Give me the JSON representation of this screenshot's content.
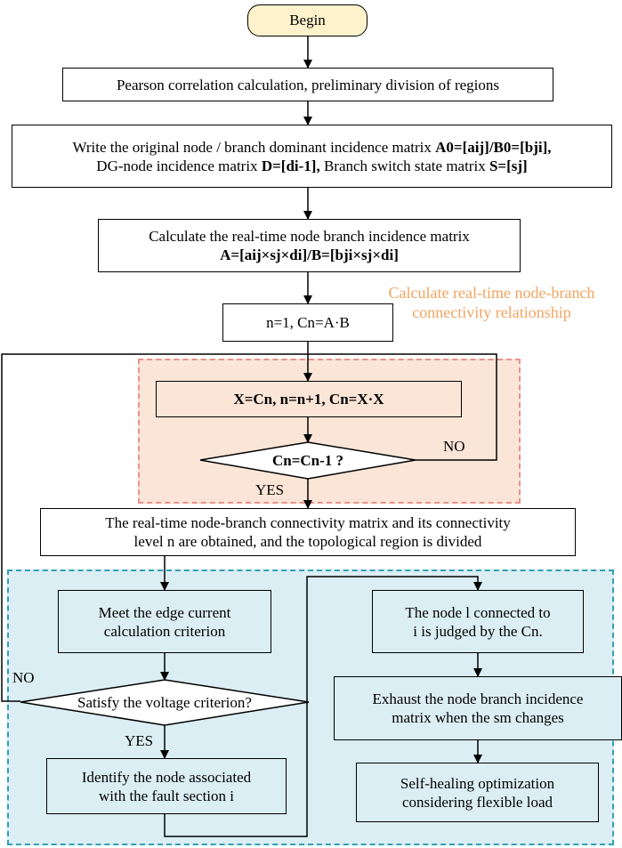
{
  "begin": "Begin",
  "step1": "Pearson correlation calculation, preliminary division of regions",
  "step2": {
    "line1_pre": "Write the original node / branch dominant incidence matrix ",
    "line1_formula": "A0=[aij]/B0=[bji],",
    "line2_pre": "DG-node incidence matrix ",
    "line2_formula1": "D=[di-1],",
    "line2_mid": " Branch switch state matrix ",
    "line2_formula2": "S=[sj]"
  },
  "step3": {
    "line1": "Calculate the real-time node branch incidence matrix",
    "line2": "A=[aij×sj×di]/B=[bji×sj×di]"
  },
  "region_orange_label": "Calculate real-time node-branch connectivity relationship",
  "init_step": "n=1, Cn=A·B",
  "loop_step": "X=Cn, n=n+1, Cn=X·X",
  "decision1": "Cn=Cn-1 ?",
  "no_label_1": "NO",
  "yes_label_1": "YES",
  "result_step": {
    "line1": "The real-time node-branch connectivity matrix and its connectivity",
    "line2": "level n are obtained, and the topological region is divided"
  },
  "left_branch": {
    "step1_line1": "Meet the edge current",
    "step1_line2": "calculation criterion",
    "decision": "Satisfy the voltage criterion?",
    "no_label": "NO",
    "yes_label": "YES",
    "step2_line1": "Identify the node associated",
    "step2_line2": "with the fault section i"
  },
  "right_branch": {
    "step1_line1": "The node l connected to",
    "step1_line2": "i is judged by the  Cn.",
    "step2_line1": "Exhaust the node branch incidence",
    "step2_line2": "matrix when the sm changes",
    "step3_line1": "Self-healing optimization",
    "step3_line2": "considering flexible load"
  },
  "colors": {
    "terminal_fill": "#fef2cc",
    "orange_region": "#fbe5d6",
    "orange_border": "#e8928c",
    "blue_region": "#dbeef4",
    "blue_border": "#31a0b5",
    "accent_text": "#f4a460"
  }
}
